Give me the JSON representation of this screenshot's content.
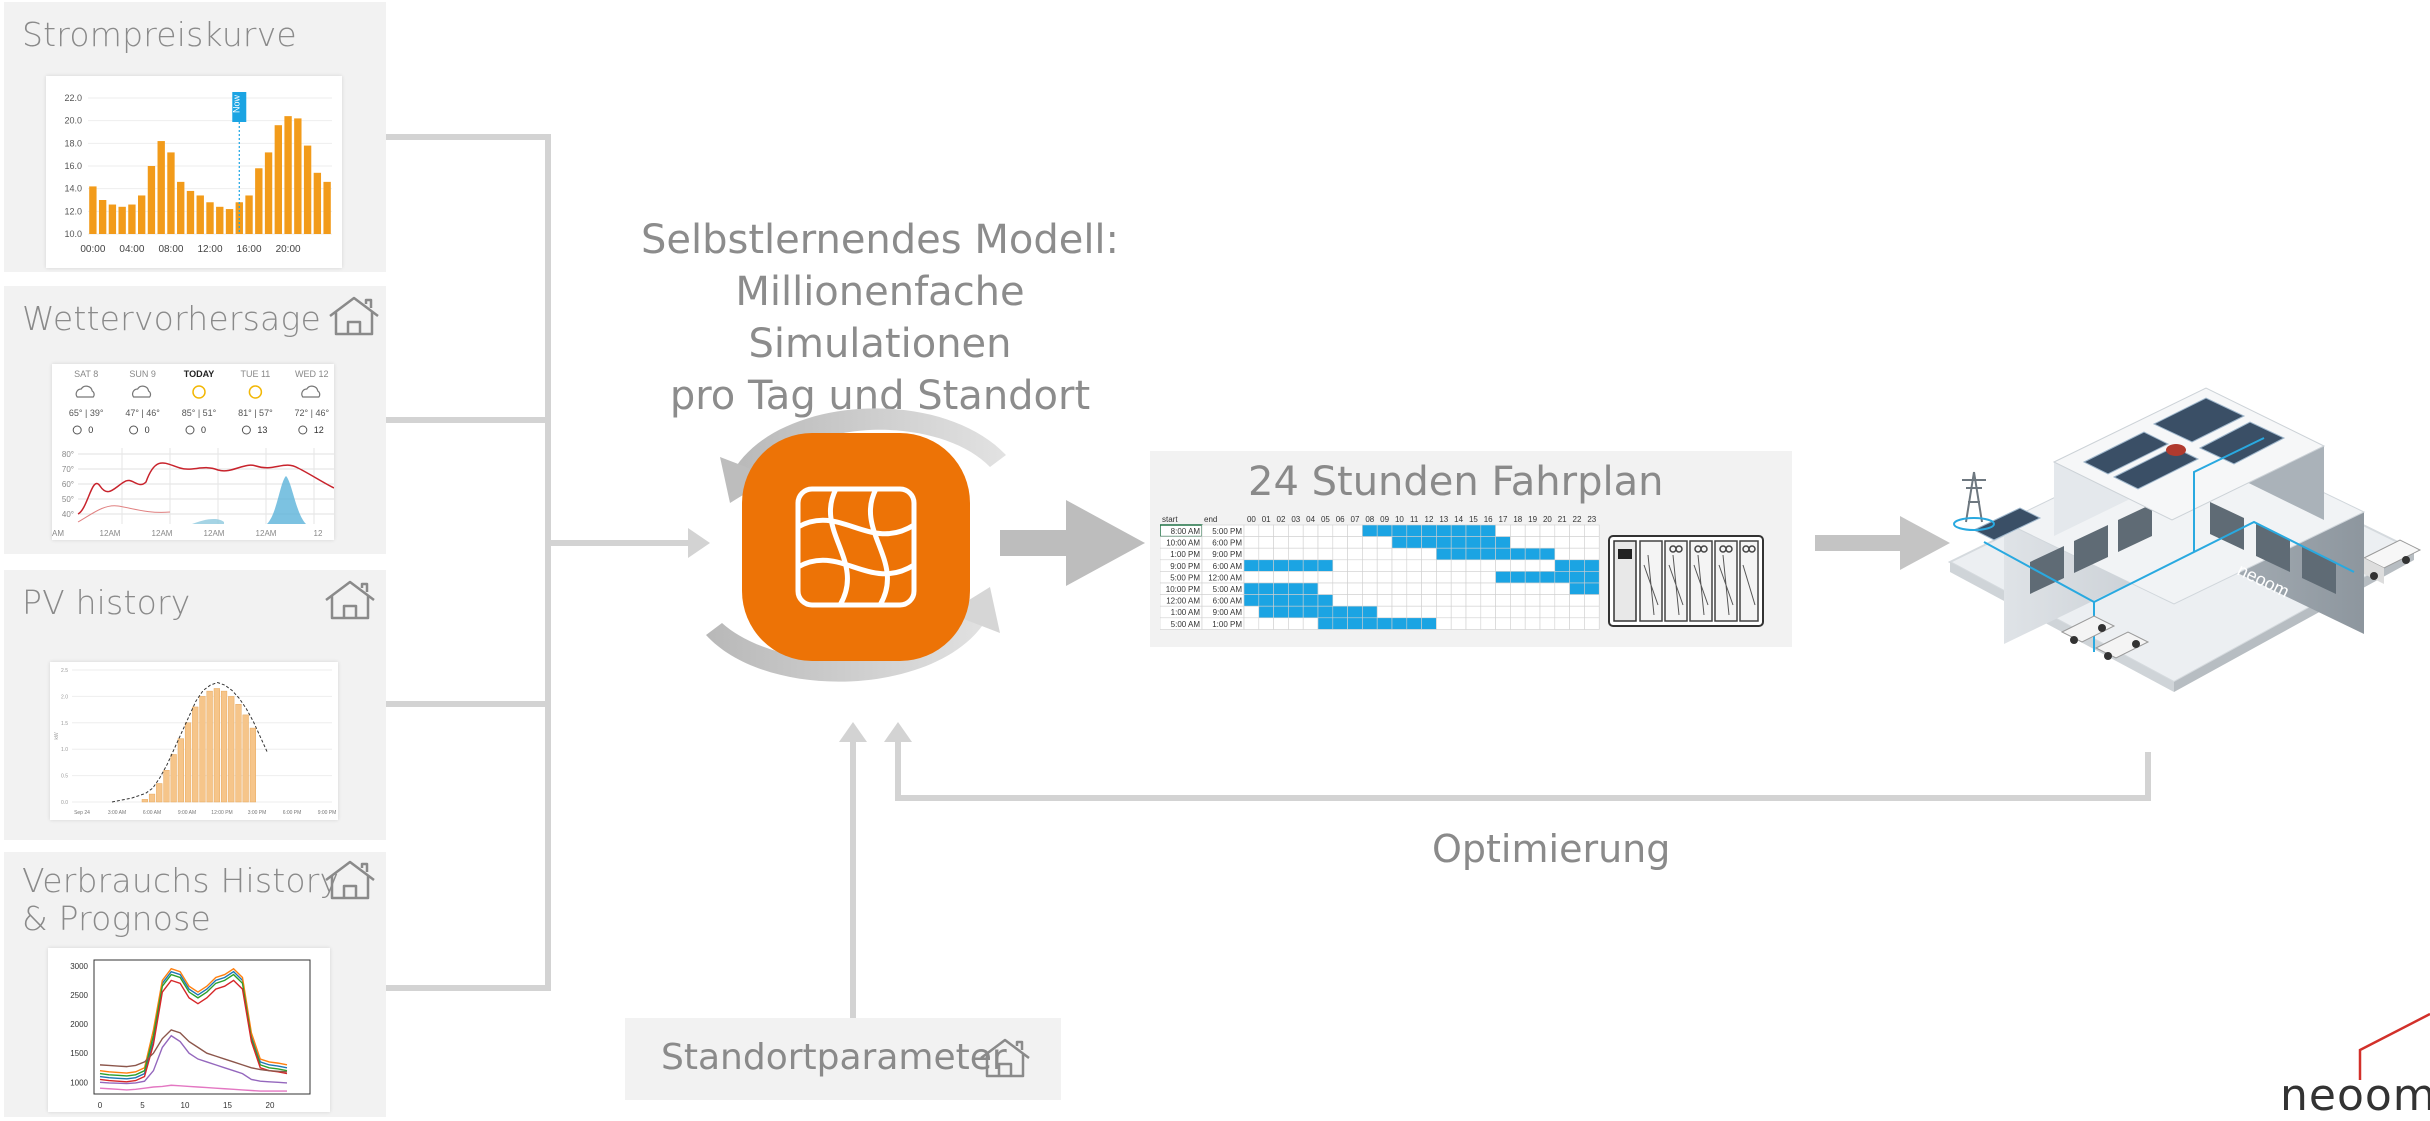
{
  "panels": {
    "strompreis": {
      "title": "Strompreiskurve"
    },
    "wetter": {
      "title": "Wettervorhersage"
    },
    "pv": {
      "title": "PV history"
    },
    "verbrauch": {
      "title_line1": "Verbrauchs History",
      "title_line2": "& Prognose"
    }
  },
  "center": {
    "title_line1": "Selbstlernendes Modell:",
    "title_line2": "Millionenfache Simulationen",
    "title_line3": "pro Tag und Standort"
  },
  "schedule": {
    "title": "24 Stunden Fahrplan",
    "col_start": "start",
    "col_end": "end",
    "hours": [
      "00",
      "01",
      "02",
      "03",
      "04",
      "05",
      "06",
      "07",
      "08",
      "09",
      "10",
      "11",
      "12",
      "13",
      "14",
      "15",
      "16",
      "17",
      "18",
      "19",
      "20",
      "21",
      "22",
      "23"
    ],
    "rows": [
      {
        "start": "8:00 AM",
        "end": "5:00 PM",
        "on": [
          8,
          9,
          10,
          11,
          12,
          13,
          14,
          15,
          16
        ]
      },
      {
        "start": "10:00 AM",
        "end": "6:00 PM",
        "on": [
          10,
          11,
          12,
          13,
          14,
          15,
          16,
          17
        ]
      },
      {
        "start": "1:00 PM",
        "end": "9:00 PM",
        "on": [
          13,
          14,
          15,
          16,
          17,
          18,
          19,
          20
        ]
      },
      {
        "start": "9:00 PM",
        "end": "6:00 AM",
        "on": [
          0,
          1,
          2,
          3,
          4,
          5,
          21,
          22,
          23
        ]
      },
      {
        "start": "5:00 PM",
        "end": "12:00 AM",
        "on": [
          17,
          18,
          19,
          20,
          21,
          22,
          23
        ]
      },
      {
        "start": "10:00 PM",
        "end": "5:00 AM",
        "on": [
          0,
          1,
          2,
          3,
          4,
          22,
          23
        ]
      },
      {
        "start": "12:00 AM",
        "end": "6:00 AM",
        "on": [
          0,
          1,
          2,
          3,
          4,
          5
        ]
      },
      {
        "start": "1:00 AM",
        "end": "9:00 AM",
        "on": [
          1,
          2,
          3,
          4,
          5,
          6,
          7,
          8
        ]
      },
      {
        "start": "5:00 AM",
        "end": "1:00 PM",
        "on": [
          5,
          6,
          7,
          8,
          9,
          10,
          11,
          12
        ]
      }
    ]
  },
  "optimierung": {
    "label": "Optimierung"
  },
  "standort": {
    "label": "Standortparameter"
  },
  "brand": {
    "logo": "neoom"
  },
  "colors": {
    "orange": "#ed7306",
    "bar_orange": "#f29b1a",
    "blue": "#1ba4e3",
    "arrow_gray": "#c9c9c9",
    "panel_bg": "#f2f2f2"
  },
  "chart_data": [
    {
      "type": "bar",
      "title": "",
      "x_tick_labels": [
        "00:00",
        "04:00",
        "08:00",
        "12:00",
        "16:00",
        "20:00"
      ],
      "y_tick_labels": [
        "10.0",
        "12.0",
        "14.0",
        "16.0",
        "18.0",
        "20.0",
        "22.0"
      ],
      "ylim": [
        10,
        22
      ],
      "values": [
        14.2,
        13.0,
        12.6,
        12.4,
        12.6,
        13.4,
        16.0,
        18.2,
        17.2,
        14.6,
        13.8,
        13.4,
        12.8,
        12.4,
        12.2,
        12.8,
        13.4,
        15.8,
        17.2,
        19.6,
        20.4,
        20.2,
        17.8,
        15.4,
        14.6
      ],
      "annotation": "Now"
    },
    {
      "type": "line",
      "forecast_days": [
        {
          "day": "SAT",
          "date": "8",
          "temps": "65° | 39°",
          "precip": "0"
        },
        {
          "day": "SUN",
          "date": "9",
          "temps": "47° | 46°",
          "precip": "0"
        },
        {
          "day": "TODAY",
          "date": "",
          "temps": "85° | 51°",
          "precip": "0"
        },
        {
          "day": "TUE",
          "date": "11",
          "temps": "81° | 57°",
          "precip": "13"
        },
        {
          "day": "WED",
          "date": "12",
          "temps": "72° | 46°",
          "precip": "12"
        }
      ],
      "y_tick_labels": [
        "80°",
        "70°",
        "60°",
        "50°",
        "40°"
      ],
      "x_tick_labels": [
        "AM",
        "12AM",
        "12AM",
        "12AM",
        "12AM",
        "12"
      ]
    },
    {
      "type": "bar",
      "xlabel": "",
      "ylabel": "kW",
      "y_tick_labels": [
        "2.5",
        "2.0",
        "1.5",
        "1.0",
        "0.5",
        "0.0"
      ],
      "x_tick_labels": [
        "Sep 24",
        "3:00 AM",
        "6:00 AM",
        "9:00 AM",
        "12:00 PM",
        "3:00 PM",
        "6:00 PM",
        "9:00 PM"
      ],
      "values": [
        0.05,
        0.15,
        0.35,
        0.6,
        0.9,
        1.2,
        1.5,
        1.8,
        2.0,
        2.1,
        2.15,
        2.1,
        2.0,
        1.85,
        1.65,
        1.4
      ]
    },
    {
      "type": "line",
      "y_tick_labels": [
        "3000",
        "2500",
        "2000",
        "1500",
        "1000"
      ],
      "x_tick_labels": [
        "0",
        "5",
        "10",
        "15",
        "20"
      ],
      "ylim": [
        800,
        3100
      ],
      "xlim": [
        0,
        24
      ],
      "series": [
        {
          "color": "#1f77b4",
          "values": [
            1100,
            1080,
            1070,
            1060,
            1080,
            1150,
            1700,
            2700,
            2900,
            2850,
            2600,
            2500,
            2600,
            2750,
            2800,
            2900,
            2750,
            1800,
            1350,
            1300,
            1280,
            1250
          ]
        },
        {
          "color": "#ff7f0e",
          "values": [
            1200,
            1180,
            1170,
            1160,
            1180,
            1250,
            1900,
            2750,
            2950,
            2900,
            2650,
            2550,
            2650,
            2800,
            2850,
            2950,
            2800,
            1850,
            1400,
            1350,
            1330,
            1300
          ]
        },
        {
          "color": "#2ca02c",
          "values": [
            1150,
            1130,
            1120,
            1110,
            1130,
            1200,
            1800,
            2650,
            2850,
            2800,
            2550,
            2450,
            2550,
            2700,
            2750,
            2850,
            2700,
            1750,
            1300,
            1250,
            1230,
            1200
          ]
        },
        {
          "color": "#d62728",
          "values": [
            1050,
            1030,
            1020,
            1010,
            1030,
            1100,
            1650,
            2550,
            2750,
            2700,
            2450,
            2350,
            2450,
            2600,
            2650,
            2750,
            2600,
            1700,
            1250,
            1200,
            1180,
            1150
          ]
        },
        {
          "color": "#9467bd",
          "values": [
            1000,
            990,
            985,
            980,
            990,
            1020,
            1200,
            1600,
            1800,
            1700,
            1500,
            1400,
            1350,
            1300,
            1250,
            1200,
            1150,
            1050,
            1020,
            1010,
            1000,
            990
          ]
        },
        {
          "color": "#8c564b",
          "values": [
            1300,
            1290,
            1280,
            1270,
            1290,
            1350,
            1500,
            1750,
            1900,
            1850,
            1700,
            1600,
            1500,
            1450,
            1400,
            1350,
            1300,
            1250,
            1220,
            1200,
            1190,
            1180
          ]
        },
        {
          "color": "#e377c2",
          "values": [
            900,
            890,
            880,
            870,
            880,
            900,
            920,
            930,
            950,
            940,
            930,
            920,
            910,
            900,
            890,
            880,
            870,
            860,
            850,
            850,
            850,
            850
          ]
        }
      ]
    }
  ]
}
